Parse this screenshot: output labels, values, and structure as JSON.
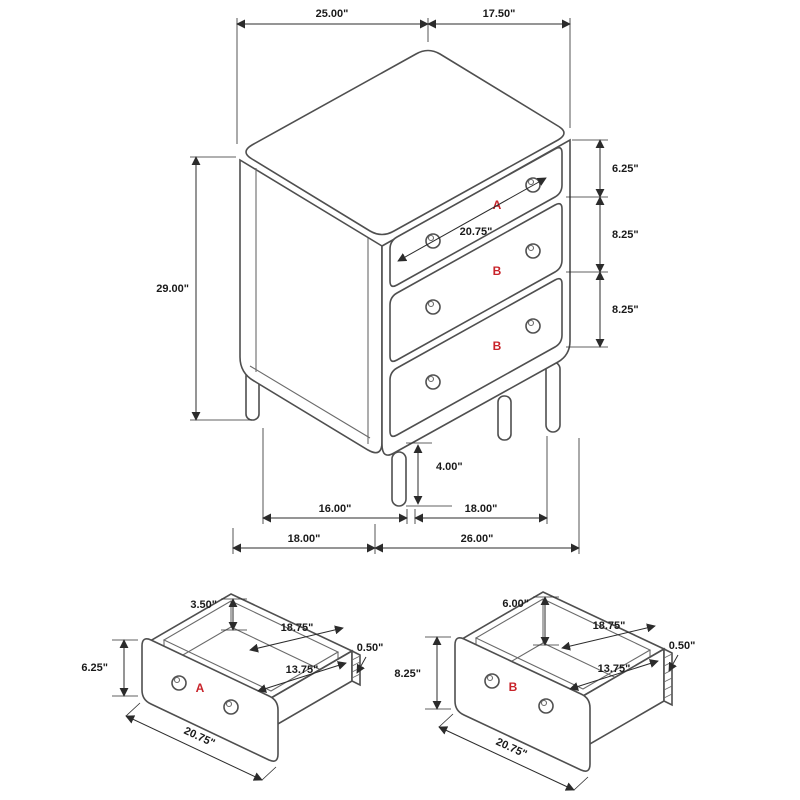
{
  "colors": {
    "line": "#4f4f4f",
    "dimension_text": "#1a1a1a",
    "label_red": "#c8232a",
    "background": "#ffffff"
  },
  "main_view": {
    "labels": {
      "drawer_a": "A",
      "drawer_b_mid": "B",
      "drawer_b_bottom": "B"
    },
    "dims": {
      "top_width": "25.00\"",
      "top_depth": "17.50\"",
      "height": "29.00\"",
      "drawer_a_height": "6.25\"",
      "drawer_b_mid_height": "8.25\"",
      "drawer_b_bottom_height": "8.25\"",
      "drawer_front_width": "20.75\"",
      "leg_height": "4.00\"",
      "leg_span_side": "16.00\"",
      "leg_span_front": "18.00\"",
      "overall_depth": "18.00\"",
      "overall_width": "26.00\""
    }
  },
  "drawer_a_view": {
    "label": "A",
    "dims": {
      "back_height": "3.50\"",
      "inner_width": "18.75\"",
      "side_thickness": "0.50\"",
      "inner_depth": "13.75\"",
      "front_height": "6.25\"",
      "front_width": "20.75\""
    }
  },
  "drawer_b_view": {
    "label": "B",
    "dims": {
      "back_height": "6.00\"",
      "inner_width": "18.75\"",
      "side_thickness": "0.50\"",
      "inner_depth": "13.75\"",
      "front_height": "8.25\"",
      "front_width": "20.75\""
    }
  }
}
